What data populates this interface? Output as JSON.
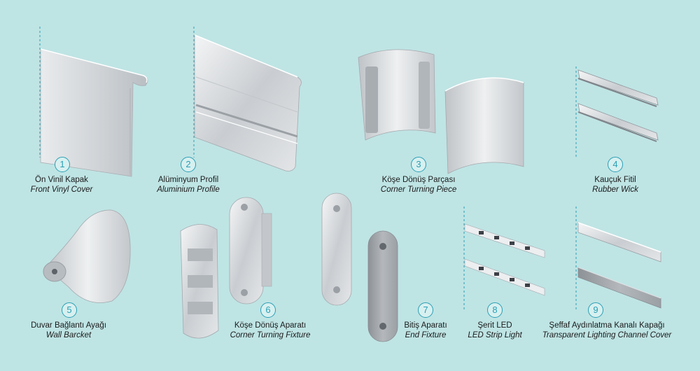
{
  "colors": {
    "background": "#bfe4e4",
    "accent": "#2a9fb4",
    "part": "#d4d7da",
    "part_dark": "#9ea3a8"
  },
  "items": [
    {
      "number": "1",
      "tr": "Ön Vinil Kapak",
      "en": "Front Vinyl Cover",
      "icon": "front-vinyl-cover-image"
    },
    {
      "number": "2",
      "tr": "Alüminyum Profil",
      "en": "Aluminium Profile",
      "icon": "aluminium-profile-image"
    },
    {
      "number": "3",
      "tr": "Köşe Dönüş Parçası",
      "en": "Corner Turning Piece",
      "icon": "corner-turning-piece-image"
    },
    {
      "number": "4",
      "tr": "Kauçuk Fitil",
      "en": "Rubber Wick",
      "icon": "rubber-wick-image"
    },
    {
      "number": "5",
      "tr": "Duvar Bağlantı Ayağı",
      "en": "Wall Barcket",
      "icon": "wall-bracket-image"
    },
    {
      "number": "6",
      "tr": "Köşe Dönüş Aparatı",
      "en": "Corner Turning Fixture",
      "icon": "corner-turning-fixture-image"
    },
    {
      "number": "7",
      "tr": "Bitiş Aparatı",
      "en": "End Fixture",
      "icon": "end-fixture-image"
    },
    {
      "number": "8",
      "tr": "Şerit LED",
      "en": "LED Strip Light",
      "icon": "led-strip-image"
    },
    {
      "number": "9",
      "tr": "Şeffaf Aydınlatma Kanalı Kapağı",
      "en": "Transparent Lighting Channel Cover",
      "icon": "lighting-channel-cover-image"
    }
  ]
}
